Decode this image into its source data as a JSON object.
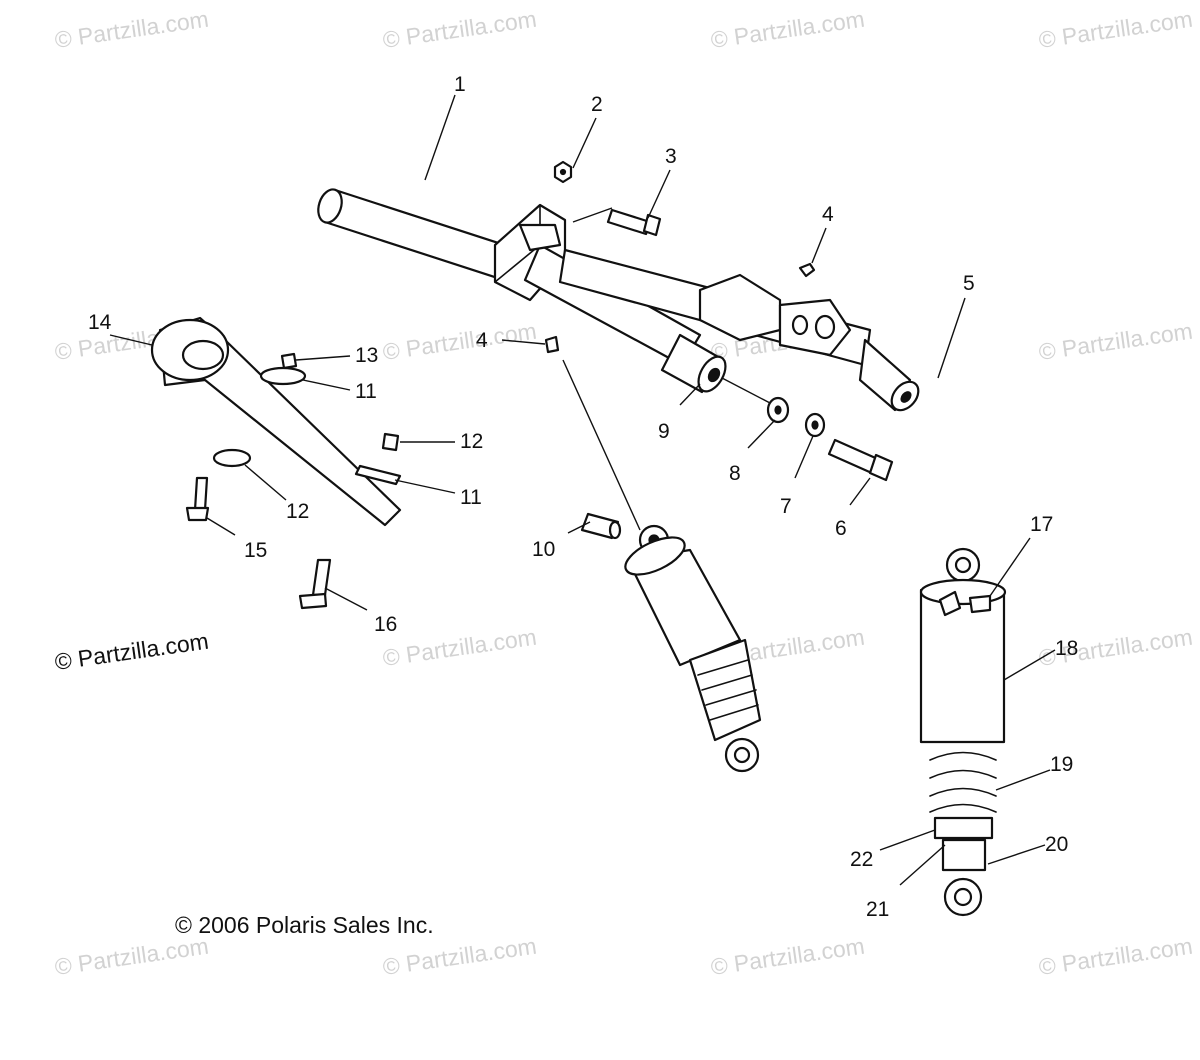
{
  "watermark": {
    "text": "© Partzilla.com"
  },
  "callouts": {
    "c1": "1",
    "c2": "2",
    "c3": "3",
    "c4a": "4",
    "c4b": "4",
    "c5": "5",
    "c6": "6",
    "c7": "7",
    "c8": "8",
    "c9": "9",
    "c10": "10",
    "c11a": "11",
    "c11b": "11",
    "c12a": "12",
    "c12b": "12",
    "c13": "13",
    "c14": "14",
    "c15": "15",
    "c16": "16",
    "c17": "17",
    "c18": "18",
    "c19": "19",
    "c20": "20",
    "c21": "21",
    "c22": "22"
  },
  "side_watermark": "© Partzilla.com",
  "copyright": "© 2006 Polaris Sales Inc."
}
